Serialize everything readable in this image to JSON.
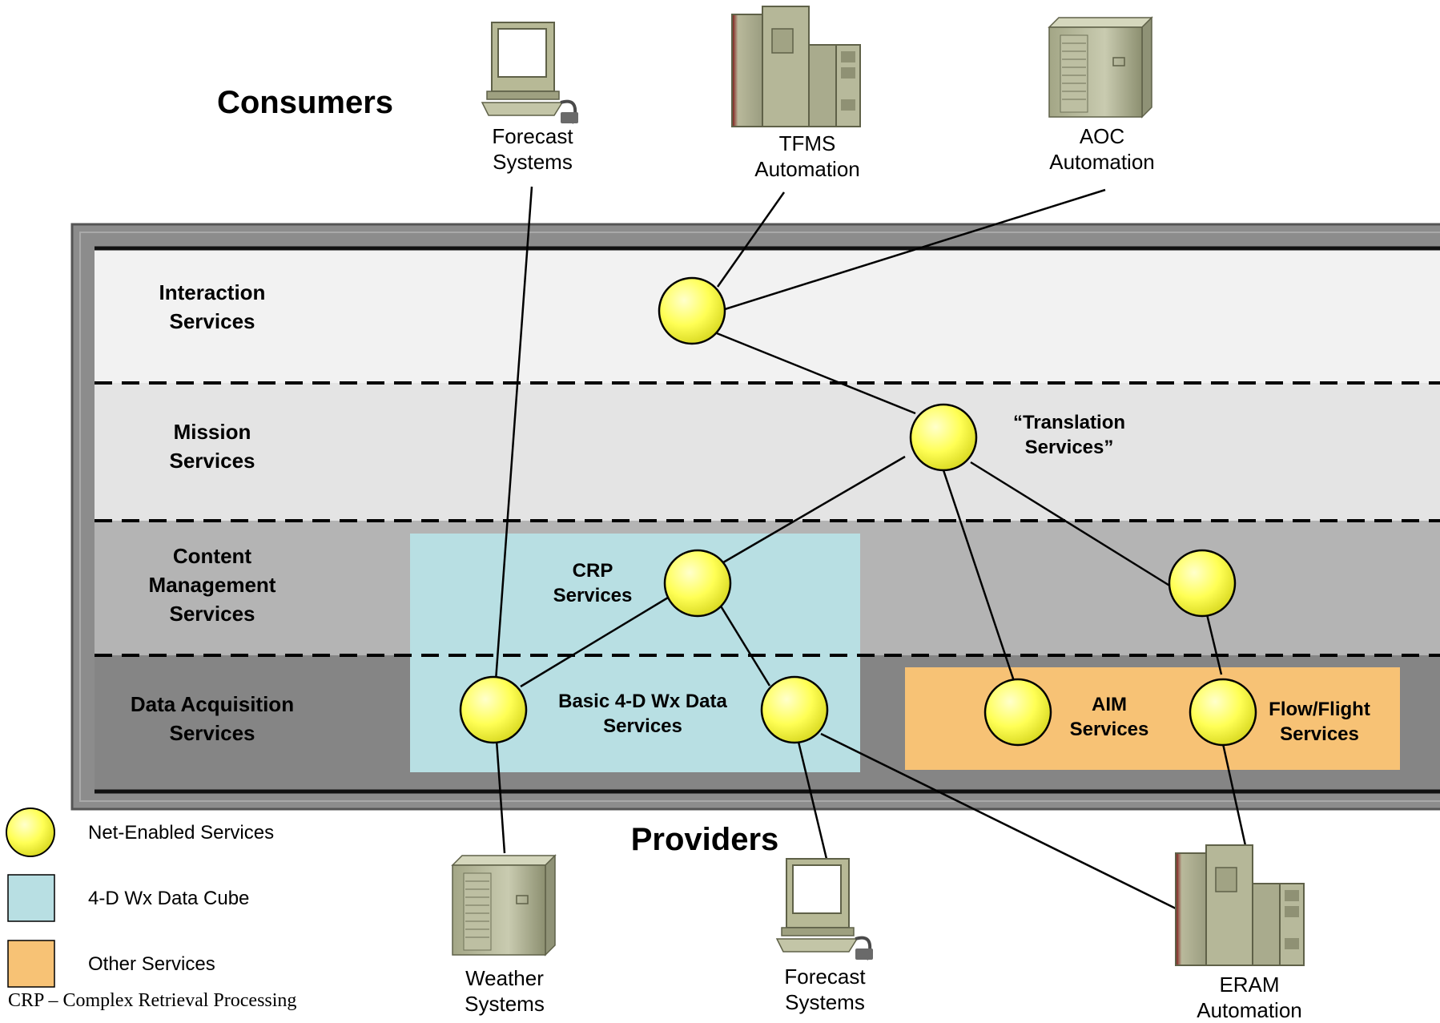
{
  "headers": {
    "consumers": "Consumers",
    "providers": "Providers"
  },
  "consumers": [
    {
      "line1": "Forecast",
      "line2": "Systems"
    },
    {
      "line1": "TFMS",
      "line2": "Automation"
    },
    {
      "line1": "AOC",
      "line2": "Automation"
    }
  ],
  "providers": [
    {
      "line1": "Weather",
      "line2": "Systems"
    },
    {
      "line1": "Forecast",
      "line2": "Systems"
    },
    {
      "line1": "ERAM",
      "line2": "Automation"
    }
  ],
  "layers": [
    {
      "line1": "Interaction",
      "line2": "Services"
    },
    {
      "line1": "Mission",
      "line2": "Services"
    },
    {
      "line1": "Content",
      "line2": "Management",
      "line3": "Services"
    },
    {
      "line1": "Data Acquisition",
      "line2": "Services"
    }
  ],
  "services": {
    "translation": {
      "line1": "“Translation",
      "line2": "Services”"
    },
    "crp": {
      "line1": "CRP",
      "line2": "Services"
    },
    "basic_wx": {
      "line1": "Basic 4-D Wx Data",
      "line2": "Services"
    },
    "aim": {
      "line1": "AIM",
      "line2": "Services"
    },
    "flow_flight": {
      "line1": "Flow/Flight",
      "line2": "Services"
    }
  },
  "legend": {
    "node": "Net-Enabled Services",
    "cube": "4-D Wx Data Cube",
    "other": "Other Services"
  },
  "footnote": "CRP – Complex Retrieval Processing",
  "colors": {
    "node_fill": "#ffff66",
    "cube_fill": "#b8dfe3",
    "other_fill": "#f7c275",
    "band_interaction": "#f2f2f2",
    "band_mission": "#e4e4e4",
    "band_content": "#b4b4b4",
    "band_acquisition": "#858585",
    "frame": "#8c8c8c"
  },
  "icons": {
    "consumers": [
      "desktop-computer-icon",
      "mainframe-server-icon",
      "tower-server-icon"
    ],
    "providers": [
      "tower-server-icon",
      "desktop-computer-icon",
      "mainframe-server-icon"
    ]
  }
}
